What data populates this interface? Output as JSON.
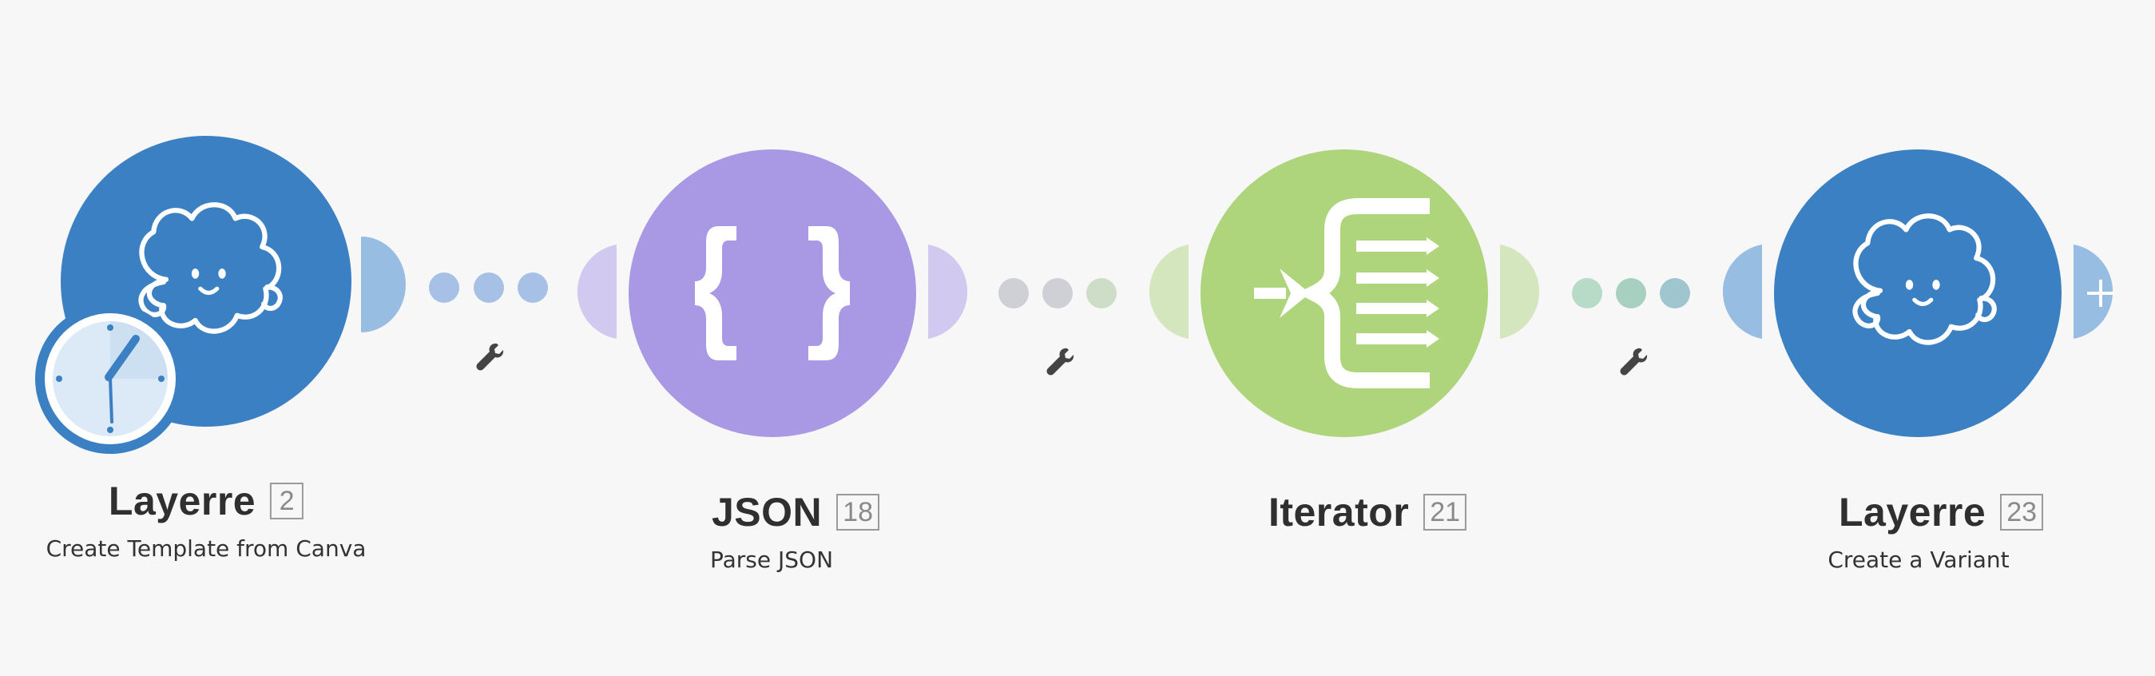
{
  "modules": [
    {
      "name": "Layerre",
      "id": "2",
      "subtitle": "Create Template from Canva",
      "icon": "cloud-mascot-icon",
      "color": "#3a80c3",
      "trigger_badge": "clock-icon"
    },
    {
      "name": "JSON",
      "id": "18",
      "subtitle": "Parse JSON",
      "icon": "curly-braces-icon",
      "color": "#a998e3"
    },
    {
      "name": "Iterator",
      "id": "21",
      "subtitle": "",
      "icon": "iterator-icon",
      "color": "#aed47c"
    },
    {
      "name": "Layerre",
      "id": "23",
      "subtitle": "Create a Variant",
      "icon": "cloud-mascot-icon",
      "color": "#3a80c3",
      "add_button": "plus-icon"
    }
  ],
  "connectors": [
    {
      "dot_color": "#a7c0e6",
      "tool": "wrench-icon"
    },
    {
      "dot_color": "#cfd0d6",
      "tool": "wrench-icon"
    },
    {
      "dot_color": "#b7dbc6",
      "tool": "wrench-icon"
    }
  ]
}
